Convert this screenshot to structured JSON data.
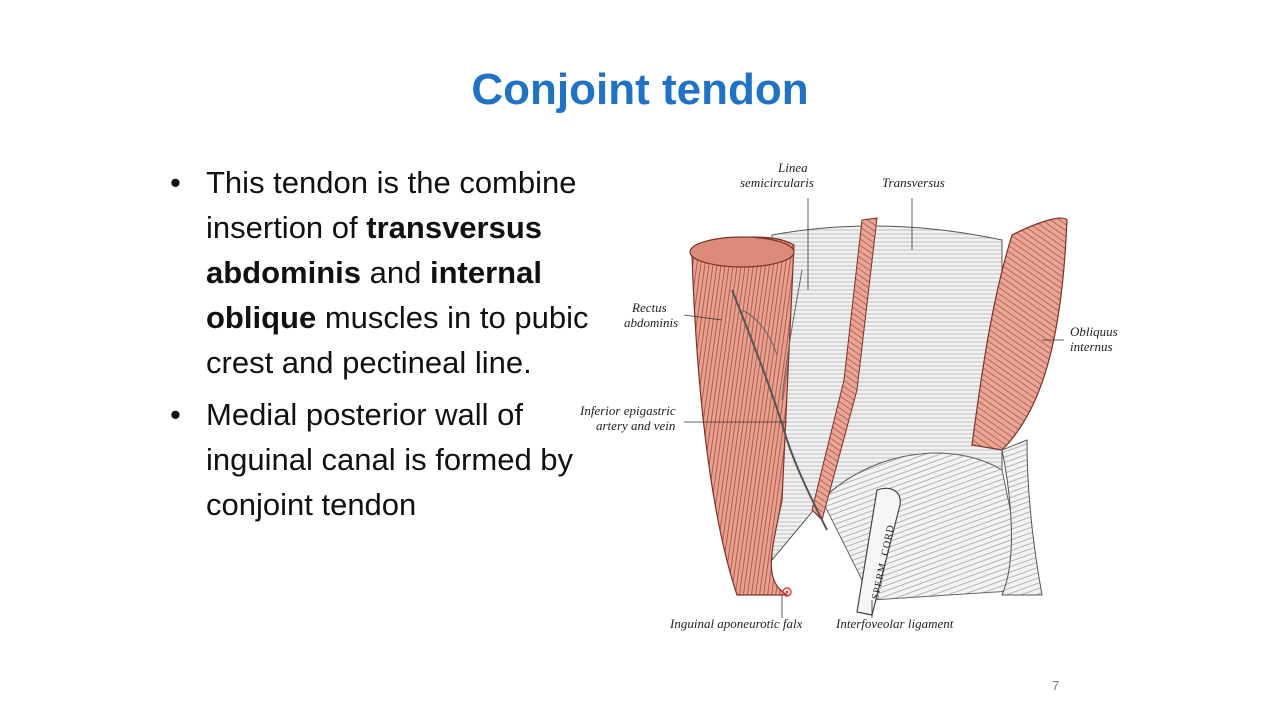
{
  "slide": {
    "title": "Conjoint tendon",
    "page_number": "7"
  },
  "bullets": [
    {
      "t1": "This tendon is the combine insertion of ",
      "b1": "transversus abdominis",
      "t2": " and ",
      "b2": "internal oblique",
      "t3": " muscles  in to pubic crest and pectineal line."
    },
    {
      "t1": "Medial posterior wall of inguinal canal is formed by conjoint tendon"
    }
  ],
  "figure": {
    "labels": {
      "linea_1": "Linea",
      "linea_2": "semicircularis",
      "transversus": "Transversus",
      "rectus_1": "Rectus",
      "rectus_2": "abdominis",
      "obliquus_1": "Obliquus",
      "obliquus_2": "internus",
      "epigastric_1": "Inferior epigastric",
      "epigastric_2": "artery and vein",
      "sperm_cord": "SPERM. CORD",
      "falx": "Inguinal aponeurotic falx",
      "interfoveolar": "Interfoveolar ligament"
    },
    "colors": {
      "muscle": "#e8a090",
      "muscle_dark": "#b8594a",
      "aponeurosis": "#ededed",
      "ink": "#333333"
    }
  }
}
